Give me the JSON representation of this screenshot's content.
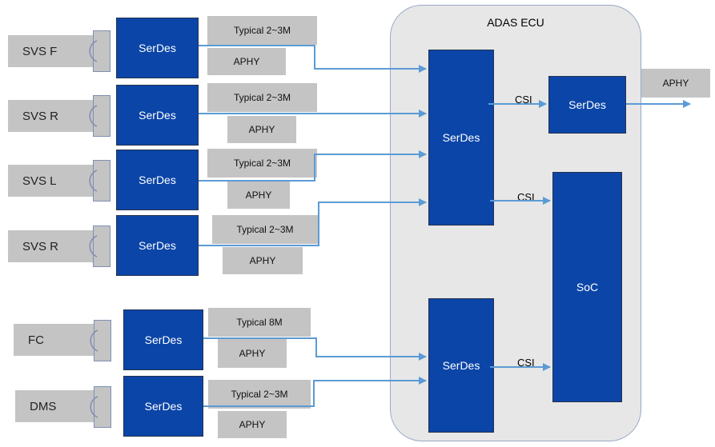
{
  "ecu": {
    "title": "ADAS ECU"
  },
  "cameras": [
    {
      "label": "SVS F",
      "serdes": "SerDes",
      "cable": "Typical  2~3M",
      "phy": "APHY"
    },
    {
      "label": "SVS R",
      "serdes": "SerDes",
      "cable": "Typical  2~3M",
      "phy": "APHY"
    },
    {
      "label": "SVS L",
      "serdes": "SerDes",
      "cable": "Typical  2~3M",
      "phy": "APHY"
    },
    {
      "label": "SVS R",
      "serdes": "SerDes",
      "cable": "Typical  2~3M",
      "phy": "APHY"
    },
    {
      "label": "FC",
      "serdes": "SerDes",
      "cable": "Typical  8M",
      "phy": "APHY"
    },
    {
      "label": "DMS",
      "serdes": "SerDes",
      "cable": "Typical  2~3M",
      "phy": "APHY"
    }
  ],
  "ecu_blocks": {
    "deser_top": "SerDes",
    "deser_bottom": "SerDes",
    "ser_out": "SerDes",
    "soc": "SoC",
    "out_phy": "APHY"
  },
  "csi_labels": [
    "CSI",
    "CSI",
    "CSI"
  ],
  "colors": {
    "serdes_fill": "#0b45a8",
    "tag_fill": "#c4c4c4",
    "wire": "#5b9bd5",
    "ecu_fill": "#e7e7e7"
  }
}
